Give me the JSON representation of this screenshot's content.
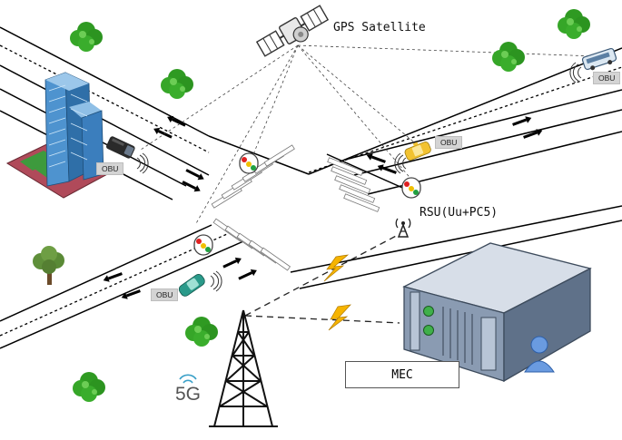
{
  "labels": {
    "gps": "GPS Satellite",
    "rsu": "RSU(Uu+PC5)",
    "mec": "MEC",
    "fiveg": "5G",
    "obu": "OBU"
  },
  "icons": [
    "satellite-icon",
    "building-icon",
    "tree-icon",
    "van-icon",
    "taxi-icon",
    "bus-icon",
    "car-icon",
    "traffic-light-icon",
    "antenna-icon",
    "cell-tower-icon",
    "server-icon",
    "user-icon",
    "lightning-icon",
    "wifi-icon"
  ],
  "colors": {
    "road_line": "#000000",
    "tree": "#33a324",
    "taxi": "#f2c230",
    "car": "#2a9a8a",
    "bus": "#dce8f2",
    "server": "#9fb0c4",
    "lightning": "#f6b400",
    "building": "#4a8fc8"
  }
}
